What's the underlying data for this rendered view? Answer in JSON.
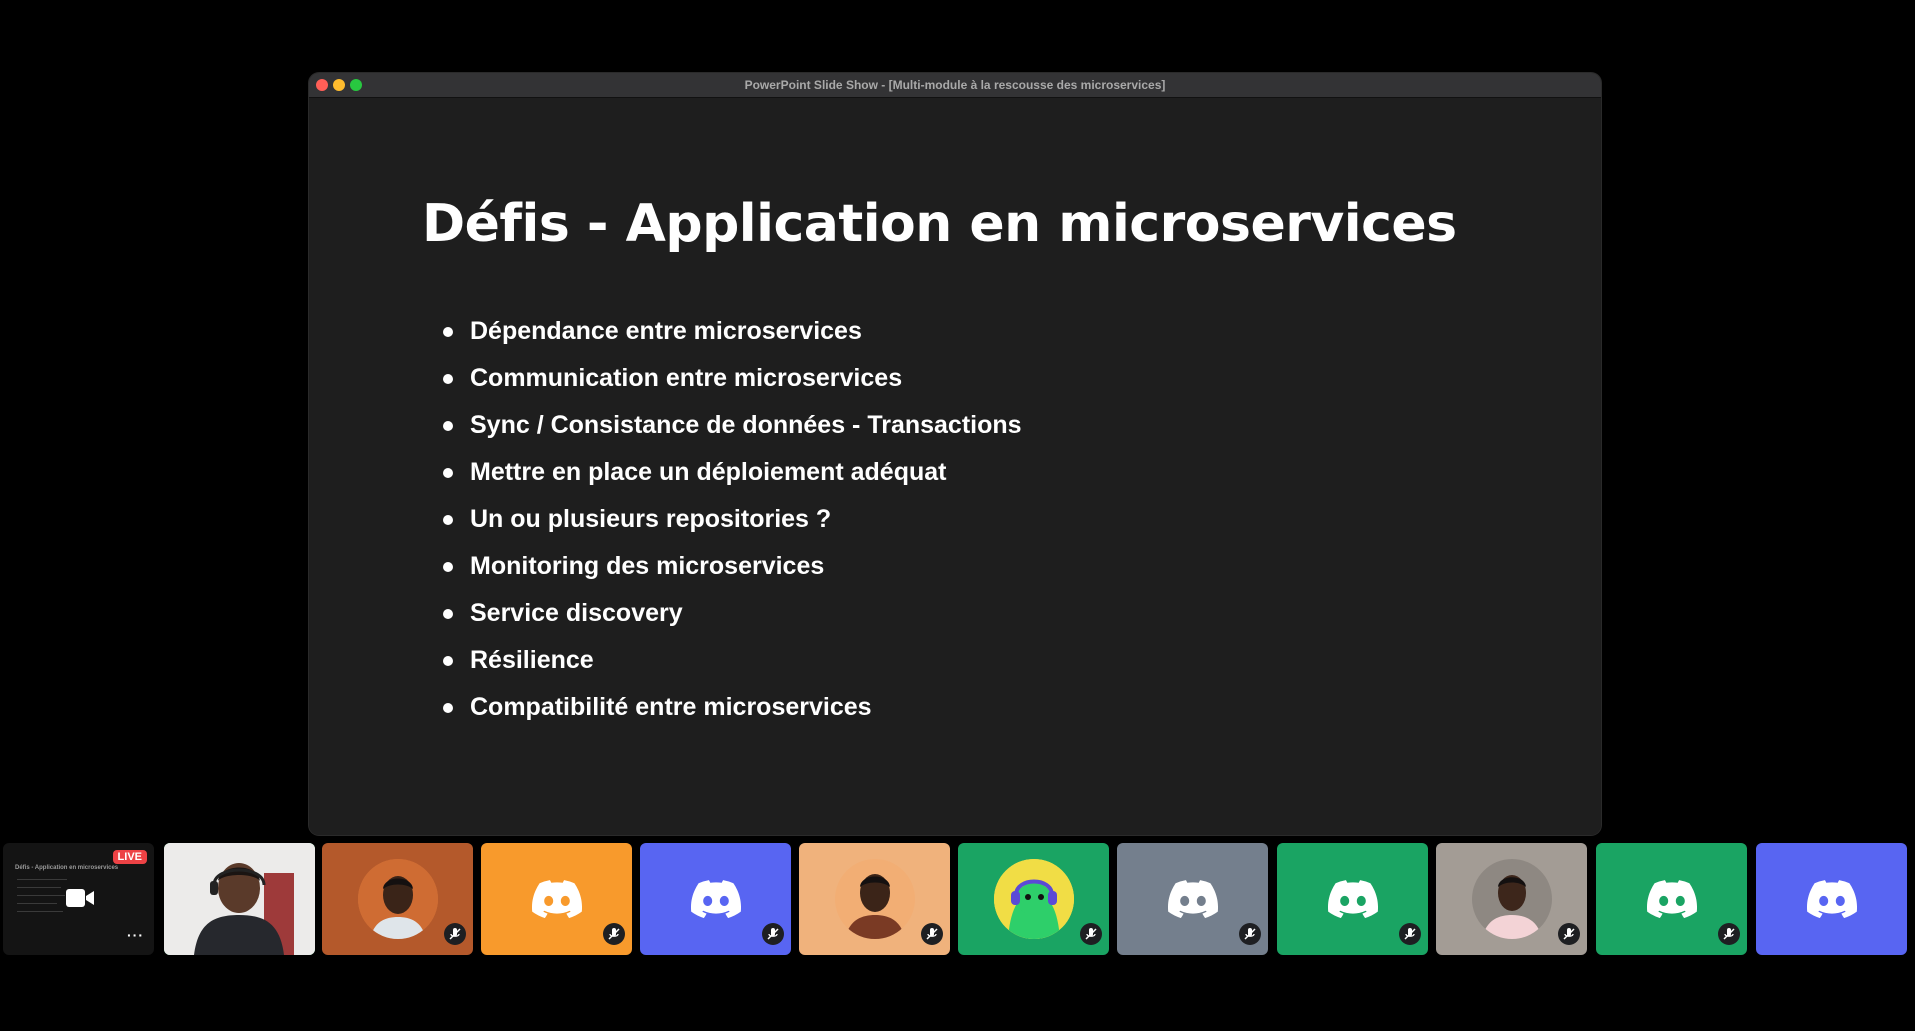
{
  "window": {
    "title": "PowerPoint Slide Show - [Multi-module à la rescousse des microservices]"
  },
  "slide": {
    "title": "Défis - Application en microservices",
    "bullets": [
      "Dépendance entre microservices",
      "Communication entre microservices",
      "Sync / Consistance de données - Transactions",
      "Mettre en place un déploiement adéquat",
      "Un ou plusieurs repositories ?",
      "Monitoring des microservices",
      "Service discovery",
      "Résilience",
      "Compatibilité entre microservices"
    ]
  },
  "stream_preview": {
    "live_label": "LIVE",
    "title": "Défis - Application en microservices",
    "more_label": "···"
  },
  "participants": [
    {
      "kind": "stream",
      "icon": "video-camera-icon"
    },
    {
      "kind": "webcam",
      "speaking": true,
      "bg": "#f0efee"
    },
    {
      "kind": "photo",
      "bg": "#b4592b",
      "muted": true
    },
    {
      "kind": "discord",
      "bg": "#f89a2c",
      "muted": true
    },
    {
      "kind": "discord",
      "bg": "#5865f2",
      "muted": true
    },
    {
      "kind": "photo",
      "bg": "#f0b27c",
      "muted": true
    },
    {
      "kind": "mascot",
      "bg": "#1aa463",
      "muted": true
    },
    {
      "kind": "discord",
      "bg": "#747f8d",
      "muted": true
    },
    {
      "kind": "discord",
      "bg": "#1aa463",
      "muted": true
    },
    {
      "kind": "photo",
      "bg": "#a39c95",
      "muted": true
    },
    {
      "kind": "discord",
      "bg": "#1aa463",
      "muted": true
    },
    {
      "kind": "discord",
      "bg": "#5865f2",
      "muted": false
    }
  ],
  "colors": {
    "discord_blurple": "#5865f2",
    "discord_green": "#1aa463",
    "discord_orange": "#f89a2c",
    "discord_grey": "#747f8d",
    "speaking_ring": "#2dc770",
    "live_red": "#ed4245"
  }
}
